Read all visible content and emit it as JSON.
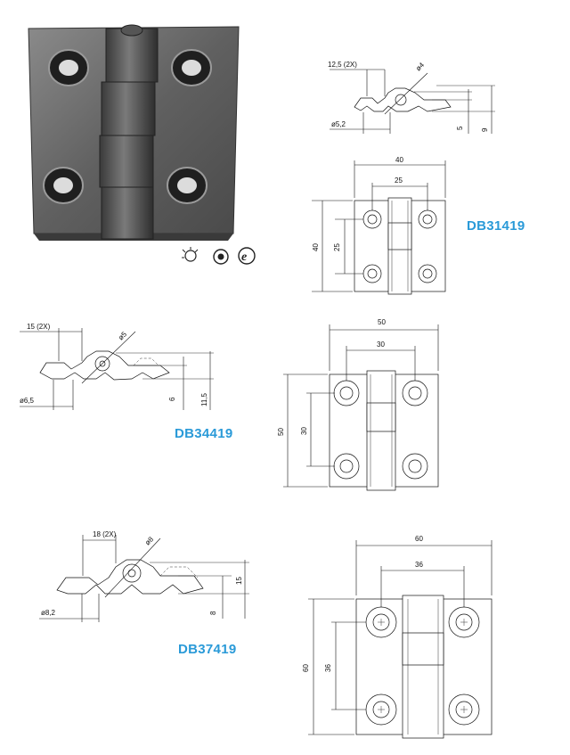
{
  "codes": [
    "DB31419",
    "DB34419",
    "DB37419"
  ],
  "dims": {
    "a": {
      "pitch": "12,5  (2X)",
      "pin": "ø4",
      "hole": "ø5,2",
      "t": "5",
      "h": "9",
      "w": "40",
      "hw": "25",
      "hh": "40",
      "hv": "25"
    },
    "b": {
      "pitch": "15  (2X)",
      "pin": "ø5",
      "hole": "ø6,5",
      "t": "6",
      "h": "11,5",
      "w": "50",
      "hw": "30",
      "hh": "50",
      "hv": "30"
    },
    "c": {
      "pitch": "18  (2X)",
      "pin": "ø8",
      "hole": "ø8,2",
      "t": "8",
      "h": "15",
      "w": "60",
      "hw": "36",
      "hh": "60",
      "hv": "36"
    }
  },
  "icons": [
    "temperature-icon",
    "360-rotation-icon",
    "e-mark-icon"
  ]
}
